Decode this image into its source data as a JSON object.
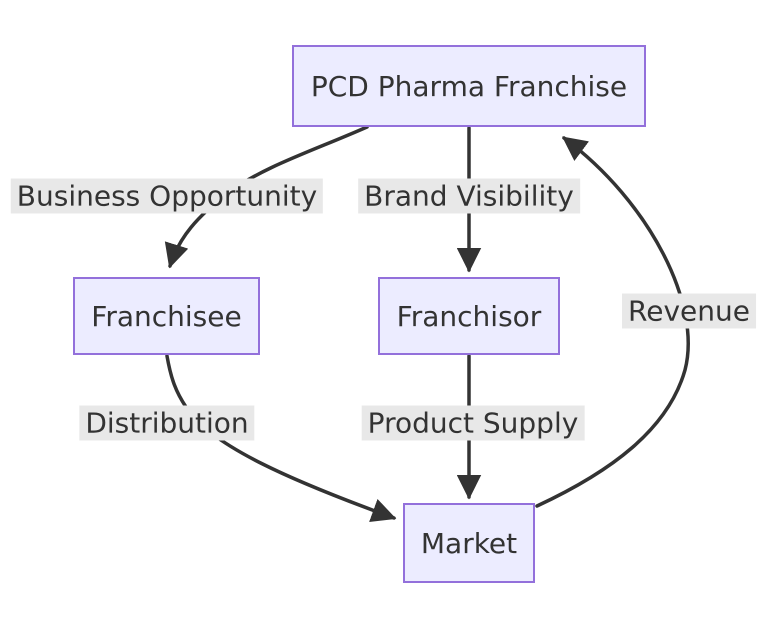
{
  "diagram": {
    "colors": {
      "background": "#ffffff",
      "node_fill": "#ECECFF",
      "node_border": "#9370DB",
      "edge_color": "#333333",
      "edge_label_bg": "#e8e8e8",
      "text_color": "#333333"
    },
    "nodes": [
      {
        "label": "PCD Pharma Franchise"
      },
      {
        "label": "Franchisee"
      },
      {
        "label": "Franchisor"
      },
      {
        "label": "Market"
      }
    ],
    "edges": [
      {
        "from": "PCD Pharma Franchise",
        "to": "Franchisee",
        "label": "Business Opportunity"
      },
      {
        "from": "PCD Pharma Franchise",
        "to": "Franchisor",
        "label": "Brand Visibility"
      },
      {
        "from": "Franchisee",
        "to": "Market",
        "label": "Distribution"
      },
      {
        "from": "Franchisor",
        "to": "Market",
        "label": "Product Supply"
      },
      {
        "from": "Market",
        "to": "PCD Pharma Franchise",
        "label": "Revenue"
      }
    ]
  }
}
